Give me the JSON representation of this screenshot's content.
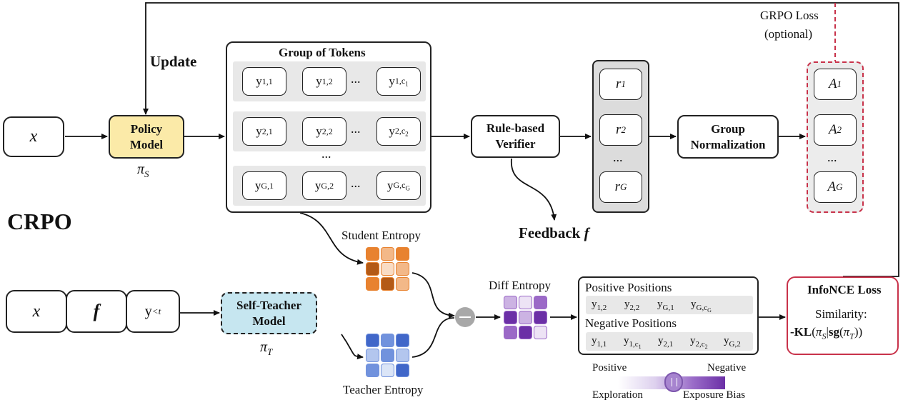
{
  "title": "CRPO",
  "labels": {
    "update": "Update",
    "grpo_loss_line1": "GRPO Loss",
    "grpo_loss_line2": "(optional)",
    "feedback": "Feedback",
    "feedback_symbol": "f",
    "student_entropy": "Student Entropy",
    "teacher_entropy": "Teacher Entropy",
    "diff_entropy": "Diff Entropy",
    "pi_s": "π",
    "pi_s_sub": "S",
    "pi_t": "π",
    "pi_t_sub": "T",
    "minus_symbol": "—"
  },
  "top_row": {
    "input": "x",
    "policy_model_line1": "Policy",
    "policy_model_line2": "Model",
    "group_title": "Group of Tokens",
    "ellipsis": "...",
    "tokens": [
      {
        "a": "y",
        "s": "1,1",
        "b": "y",
        "bs": "1,2",
        "c": "y",
        "cs": "1,c",
        "cc": "1"
      },
      {
        "a": "y",
        "s": "2,1",
        "b": "y",
        "bs": "2,2",
        "c": "y",
        "cs": "2,c",
        "cc": "2"
      },
      {
        "a": "y",
        "s": "G,1",
        "b": "y",
        "bs": "G,2",
        "c": "y",
        "cs": "G,c",
        "cc": "G"
      }
    ],
    "verifier_line1": "Rule-based",
    "verifier_line2": "Verifier",
    "rewards": [
      {
        "sym": "r",
        "sub": "1"
      },
      {
        "sym": "r",
        "sub": "2"
      },
      {
        "sym": "r",
        "sub": "G"
      }
    ],
    "group_norm_line1": "Group",
    "group_norm_line2": "Normalization",
    "advantages": [
      {
        "sym": "A",
        "sub": "1"
      },
      {
        "sym": "A",
        "sub": "2"
      },
      {
        "sym": "A",
        "sub": "G"
      }
    ]
  },
  "bottom_row": {
    "input_x": "x",
    "input_f": "f",
    "input_y": "y",
    "input_y_sub": "<t",
    "self_teacher_line1": "Self-Teacher",
    "self_teacher_line2": "Model",
    "positive_title": "Positive Positions",
    "negative_title": "Negative Positions",
    "positive_items": [
      {
        "t": "y",
        "s": "1,2"
      },
      {
        "t": "y",
        "s": "2,2"
      },
      {
        "t": "y",
        "s": "G,1"
      },
      {
        "t": "y",
        "s": "G,c",
        "ss": "G"
      }
    ],
    "negative_items": [
      {
        "t": "y",
        "s": "1,1"
      },
      {
        "t": "y",
        "s": "1,c",
        "ss": "1"
      },
      {
        "t": "y",
        "s": "2,1"
      },
      {
        "t": "y",
        "s": "2,c",
        "ss": "2"
      },
      {
        "t": "y",
        "s": "G,2"
      }
    ],
    "slider_positive": "Positive",
    "slider_negative": "Negative",
    "slider_exploration": "Exploration",
    "slider_exposure": "Exposure Bias",
    "infonce_title": "InfoNCE Loss",
    "similarity_label": "Similarity:",
    "similarity_prefix": "-KL",
    "similarity_open": "(",
    "similarity_pi": "π",
    "similarity_s": "S",
    "similarity_bar": "|",
    "similarity_sg": "sg",
    "similarity_pi2": "π",
    "similarity_t": "T",
    "similarity_close": "))"
  },
  "colors": {
    "policy_fill": "#fbeaa8",
    "teacher_fill": "#c6e6f0",
    "grpo_dash": "#c8324a",
    "infonce_border": "#c8324a",
    "student_palette": [
      "#f9dcc4",
      "#f3b888",
      "#e8822f",
      "#b35a17"
    ],
    "teacher_palette": [
      "#dbe5f7",
      "#b3c6ee",
      "#7192dd",
      "#4167c9"
    ],
    "diff_palette": [
      "#ede3f5",
      "#ccb3e3",
      "#9b69c7",
      "#6b2fa6"
    ]
  },
  "heatmaps": {
    "student": [
      [
        2,
        1,
        2
      ],
      [
        3,
        0,
        1
      ],
      [
        2,
        3,
        1
      ]
    ],
    "teacher": [
      [
        3,
        2,
        3
      ],
      [
        1,
        2,
        1
      ],
      [
        2,
        0,
        3
      ]
    ],
    "diff": [
      [
        1,
        0,
        2
      ],
      [
        3,
        1,
        3
      ],
      [
        2,
        3,
        0
      ]
    ]
  },
  "slider_level": 0.52
}
